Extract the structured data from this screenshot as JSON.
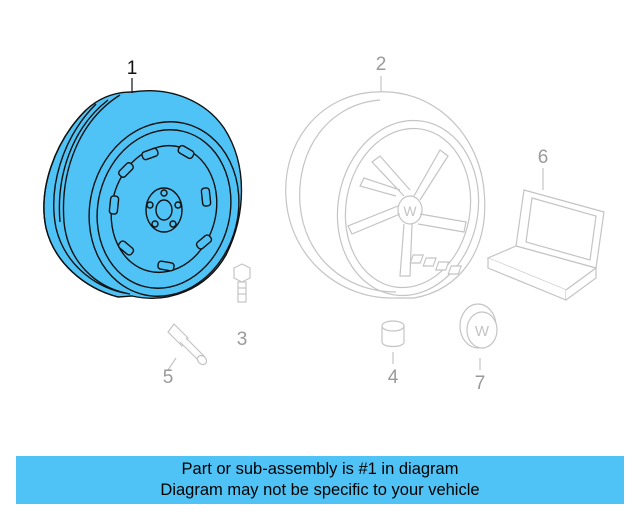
{
  "diagram": {
    "callouts": [
      {
        "number": "1",
        "highlighted": true
      },
      {
        "number": "2",
        "highlighted": false
      },
      {
        "number": "3",
        "highlighted": false
      },
      {
        "number": "4",
        "highlighted": false
      },
      {
        "number": "5",
        "highlighted": false
      },
      {
        "number": "6",
        "highlighted": false
      },
      {
        "number": "7",
        "highlighted": false
      }
    ],
    "colors": {
      "highlight_fill": "#4fc3f5",
      "highlight_outline": "#111111",
      "ghost_outline": "#c4c4c4",
      "active_text": "#111111",
      "ghost_text": "#9a9a9a"
    }
  },
  "banner": {
    "line1": "Part or sub-assembly is #1 in diagram",
    "line2": "Diagram may not be specific to your vehicle",
    "color": "#4fc3f5"
  }
}
